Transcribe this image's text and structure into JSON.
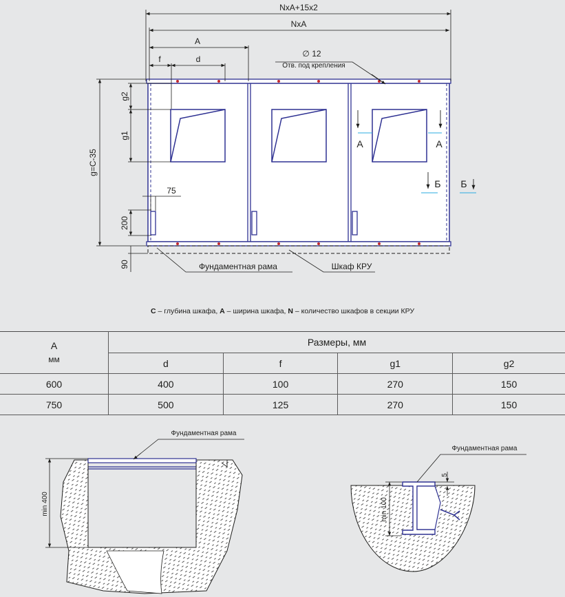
{
  "plan": {
    "overall_dim": "NxA+15x2",
    "nxa_dim": "NxA",
    "a_dim": "A",
    "f_dim": "f",
    "d_dim": "d",
    "hole_dim": "∅ 12",
    "hole_note": "Отв. под крепления",
    "g2_dim": "g2",
    "g1_dim": "g1",
    "g_dim": "g=C-35",
    "dim_75": "75",
    "dim_200": "200",
    "dim_90": "90",
    "section_a_left": "А",
    "section_a_right": "А",
    "section_b_left": "Б",
    "section_b_right": "Б",
    "frame_label": "Фундаментная рама",
    "cabinet_label": "Шкаф КРУ"
  },
  "caption": {
    "c_key": "С",
    "c_text": " – глубина шкафа, ",
    "a_key": "А",
    "a_text": " – ширина шкафа, ",
    "n_key": "N",
    "n_text": " – количество шкафов в секции КРУ"
  },
  "table": {
    "a_header": "А",
    "a_unit": "мм",
    "group_header": "Размеры, мм",
    "columns": [
      "d",
      "f",
      "g1",
      "g2"
    ],
    "rows": [
      {
        "a": "600",
        "d": "400",
        "f": "100",
        "g1": "270",
        "g2": "150"
      },
      {
        "a": "750",
        "d": "500",
        "f": "125",
        "g1": "270",
        "g2": "150"
      }
    ]
  },
  "section_left": {
    "label": "Фундаментная рама",
    "min_dim": "min 400"
  },
  "section_right": {
    "label": "Фундаментная рама",
    "min_dim": "min 100",
    "dim_5": "5"
  },
  "colors": {
    "frame_blue": "#2e3192",
    "bolt_red": "#c1272d",
    "section_cyan": "#29abe2",
    "hatch": "#4d4d4d"
  }
}
